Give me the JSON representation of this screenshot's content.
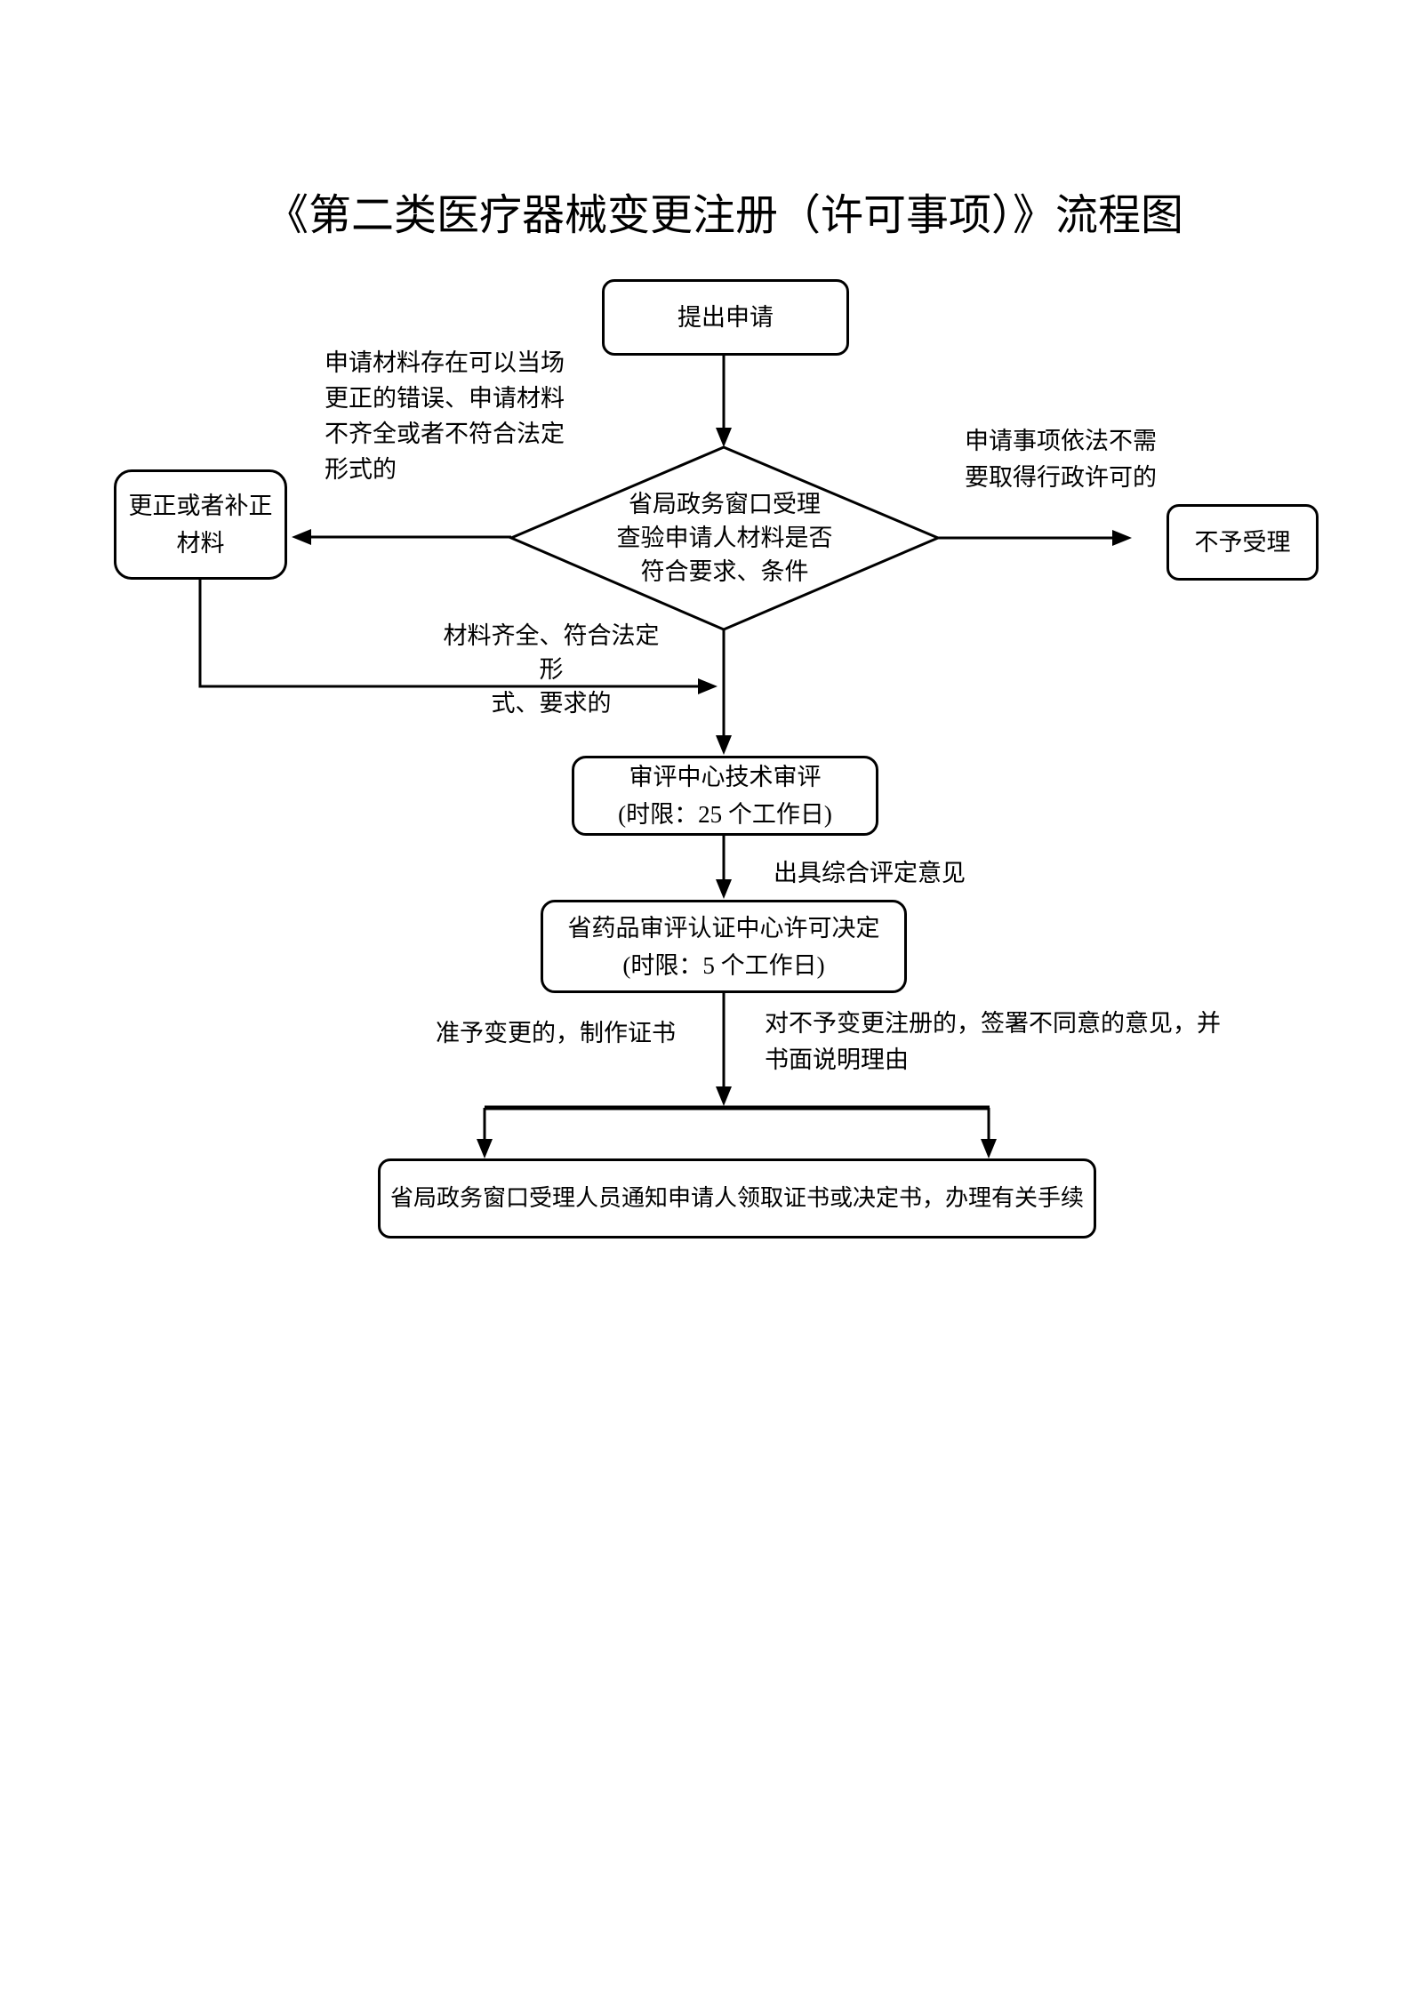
{
  "title": "《第二类医疗器械变更注册（许可事项）》流程图",
  "nodes": {
    "start": "提出申请",
    "decision": "省局政务窗口受理\n查验申请人材料是否\n符合要求、条件",
    "correct": "更正或者补正\n材料",
    "reject": "不予受理",
    "review": "审评中心技术审评\n(时限：25 个工作日)",
    "decide": "省药品审评认证中心许可决定\n(时限：5 个工作日)",
    "notify": "省局政务窗口受理人员通知申请人领取证书或决定书，办理有关手续"
  },
  "annotations": {
    "left_condition": "申请材料存在可以当场\n更正的错误、申请材料\n不齐全或者不符合法定\n形式的",
    "right_condition": "申请事项依法不需\n要取得行政许可的",
    "pass_condition": "材料齐全、符合法定形\n式、要求的",
    "review_output": "出具综合评定意见",
    "approve_label": "准予变更的，制作证书",
    "deny_label": "对不予变更注册的，签署不同意的意见，并\n书面说明理由"
  },
  "colors": {
    "line": "#000000",
    "text": "#000000",
    "background": "#ffffff"
  }
}
